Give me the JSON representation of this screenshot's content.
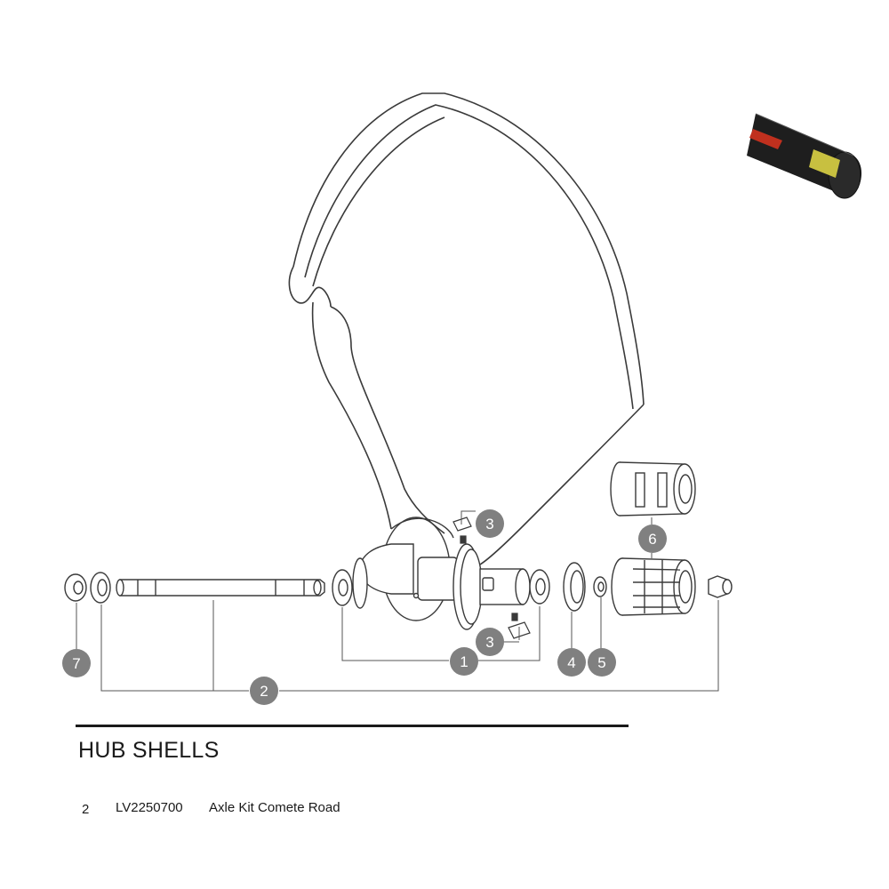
{
  "section": {
    "title": "HUB SHELLS"
  },
  "parts_list": [
    {
      "number": "2",
      "code": "LV2250700",
      "description": "Axle Kit Comete Road"
    }
  ],
  "callouts": [
    "1",
    "2",
    "3",
    "3",
    "4",
    "5",
    "6",
    "7"
  ],
  "colors": {
    "line": "#3a3a3a",
    "callout_fill": "#808080",
    "callout_text": "#ffffff",
    "tire_body": "#1e1e1e",
    "tire_label_yellow": "#c8c040",
    "tire_label_red": "#c0301e"
  }
}
